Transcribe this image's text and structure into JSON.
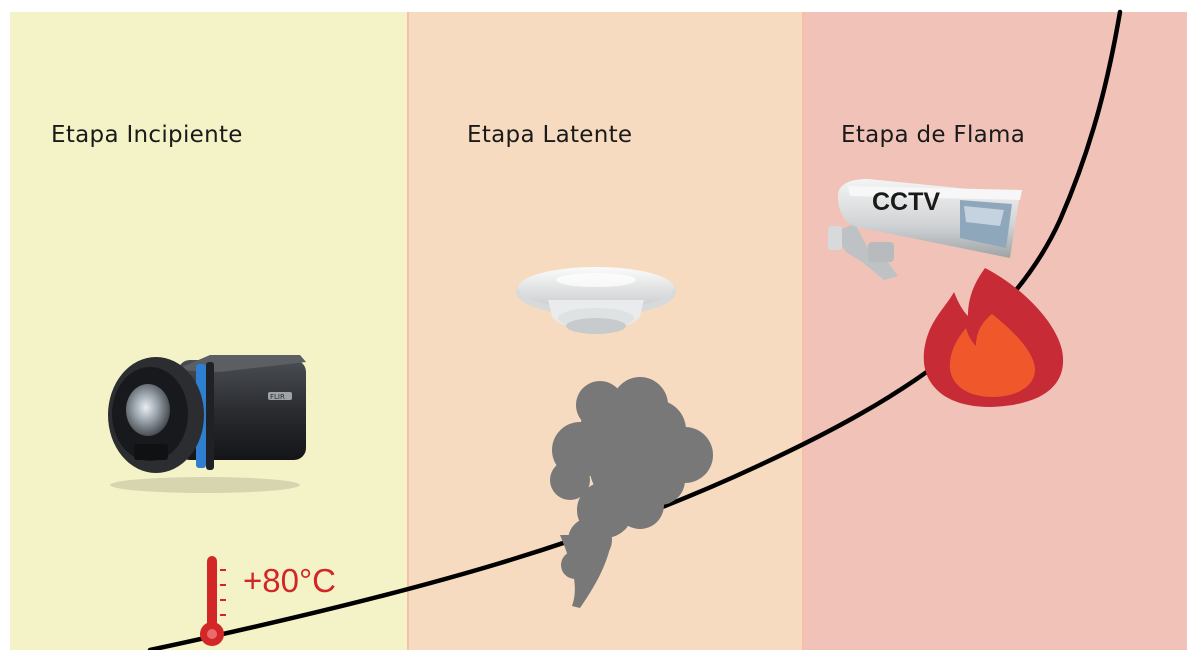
{
  "stages": [
    {
      "title": "Etapa Incipiente",
      "color": "#f4f3c8"
    },
    {
      "title": "Etapa Latente",
      "color": "#f6dbc0"
    },
    {
      "title": "Etapa de Flama",
      "color": "#f1c3b8"
    }
  ],
  "divider_color": "#f7bfa6",
  "temperature": {
    "label": "+80°C",
    "color": "#d32626"
  },
  "cctv": {
    "label": "CCTV"
  },
  "thermal_camera": {
    "brand": "FLIR"
  },
  "curve_color": "#000000"
}
